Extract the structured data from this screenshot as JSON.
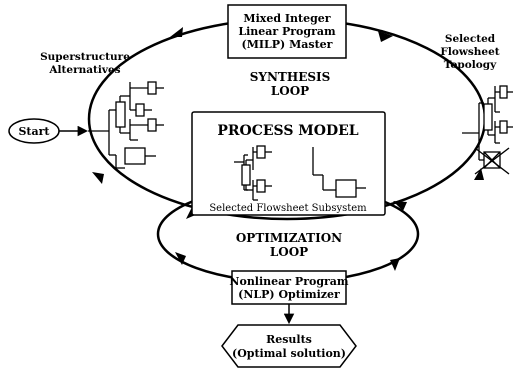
{
  "nodes": {
    "milp": {
      "lines": [
        "Mixed Integer",
        "Linear Program",
        "(MILP) Master"
      ]
    },
    "nlp": {
      "lines": [
        "Nonlinear Program",
        "(NLP) Optimizer"
      ]
    },
    "start": {
      "label": "Start"
    },
    "results": {
      "lines": [
        "Results",
        "(Optimal solution)"
      ]
    },
    "process_model": {
      "title": "PROCESS MODEL",
      "caption": "Selected Flowsheet Subsystem"
    }
  },
  "labels": {
    "superstructure": [
      "Superstructure",
      "Alternatives"
    ],
    "selected_topology": [
      "Selected",
      "Flowsheet",
      "Topology"
    ],
    "synthesis_loop": [
      "SYNTHESIS",
      "LOOP"
    ],
    "optimization_loop": [
      "OPTIMIZATION",
      "LOOP"
    ]
  },
  "colors": {
    "stroke": "#000000",
    "background": "#ffffff"
  }
}
